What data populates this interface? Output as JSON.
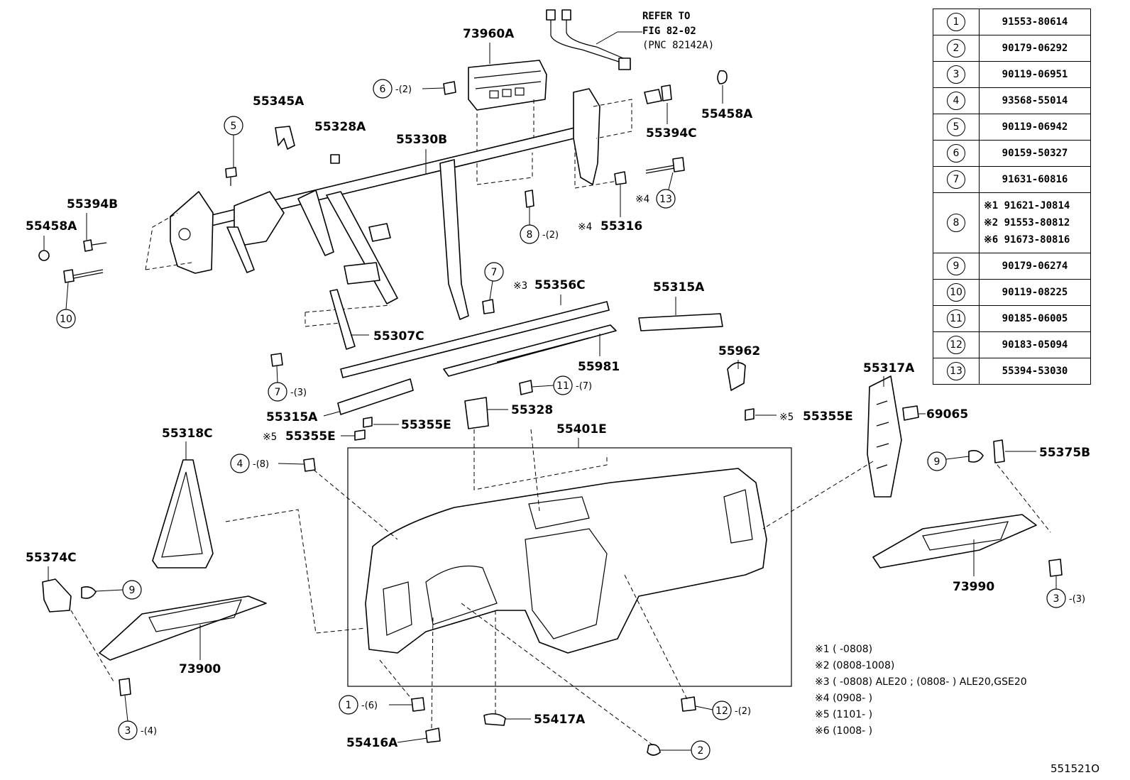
{
  "callouts": {
    "c73960A": "73960A",
    "c55345A": "55345A",
    "c55328A": "55328A",
    "c55330B": "55330B",
    "c55394B": "55394B",
    "c55458A_left": "55458A",
    "c55458A_right": "55458A",
    "c55394C": "55394C",
    "c55316": "55316",
    "c55356C": "55356C",
    "c55315A_right": "55315A",
    "c55307C": "55307C",
    "c55981": "55981",
    "c55962": "55962",
    "c55315A_left": "55315A",
    "c55328": "55328",
    "c55355E_mid": "55355E",
    "c55355E_left": "55355E",
    "c55355E_right": "55355E",
    "c55318C": "55318C",
    "c55401E": "55401E",
    "c55317A": "55317A",
    "c69065": "69065",
    "c55375B": "55375B",
    "c55374C": "55374C",
    "c73900": "73900",
    "c73990": "73990",
    "c55417A": "55417A",
    "c55416A": "55416A"
  },
  "refer": {
    "line1": "REFER TO",
    "line2": "FIG 82-02",
    "line3": "(PNC 82142A)"
  },
  "marks": {
    "m3": "※3",
    "m4a": "※4",
    "m4b": "※4",
    "m5a": "※5",
    "m5b": "※5"
  },
  "circles": {
    "n6": "6",
    "n5": "5",
    "n8": "8",
    "n13": "13",
    "n10": "10",
    "n7a": "7",
    "n7b": "7",
    "n11": "11",
    "n4": "4",
    "n9a": "9",
    "n9b": "9",
    "n3a": "3",
    "n3b": "3",
    "n1": "1",
    "n12": "12",
    "n2": "2"
  },
  "quantities": {
    "q6": "-(2)",
    "q8": "-(2)",
    "q7": "-(3)",
    "q11": "-(7)",
    "q4": "-(8)",
    "q3a": "-(4)",
    "q3b": "-(3)",
    "q1": "-(6)",
    "q12": "-(2)"
  },
  "legend": {
    "rows": [
      {
        "num": "1",
        "part": "91553-80614"
      },
      {
        "num": "2",
        "part": "90179-06292"
      },
      {
        "num": "3",
        "part": "90119-06951"
      },
      {
        "num": "4",
        "part": "93568-55014"
      },
      {
        "num": "5",
        "part": "90119-06942"
      },
      {
        "num": "6",
        "part": "90159-50327"
      },
      {
        "num": "7",
        "part": "91631-60816"
      },
      {
        "num": "8",
        "parts": [
          "※1 91621-J0814",
          "※2 91553-80812",
          "※6 91673-80816"
        ]
      },
      {
        "num": "9",
        "part": "90179-06274"
      },
      {
        "num": "10",
        "part": "90119-08225"
      },
      {
        "num": "11",
        "part": "90185-06005"
      },
      {
        "num": "12",
        "part": "90183-05094"
      },
      {
        "num": "13",
        "part": "55394-53030"
      }
    ]
  },
  "notes": [
    "※1 (        -0808)",
    "※2 (0808-1008)",
    "※3 (        -0808) ALE20 ; (0808-        ) ALE20,GSE20",
    "※4 (0908-        )",
    "※5 (1101-        )",
    "※6 (1008-        )"
  ],
  "doc_id": "551521O"
}
